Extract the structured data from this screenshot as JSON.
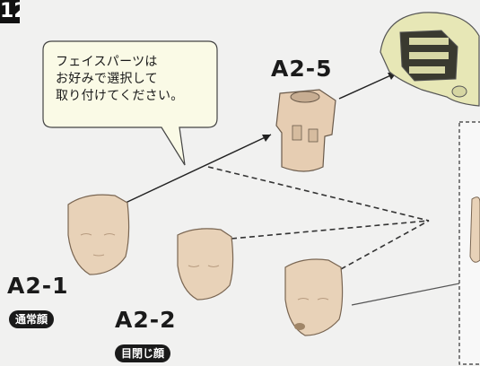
{
  "step_number": "12",
  "callout": {
    "text": "フェイスパーツは\nお好みで選択して\n取り付けてください。"
  },
  "parts": {
    "a2_5": {
      "label": "A2-5"
    },
    "a2_1": {
      "label": "A2-1",
      "tag": "通常顔"
    },
    "a2_2": {
      "label": "A2-2",
      "tag": "目閉じ顔"
    }
  },
  "colors": {
    "skin": "#e8d2b8",
    "helmet": "#e7e7b6",
    "ink": "#1a1a1a",
    "background": "#f1f1f0"
  }
}
